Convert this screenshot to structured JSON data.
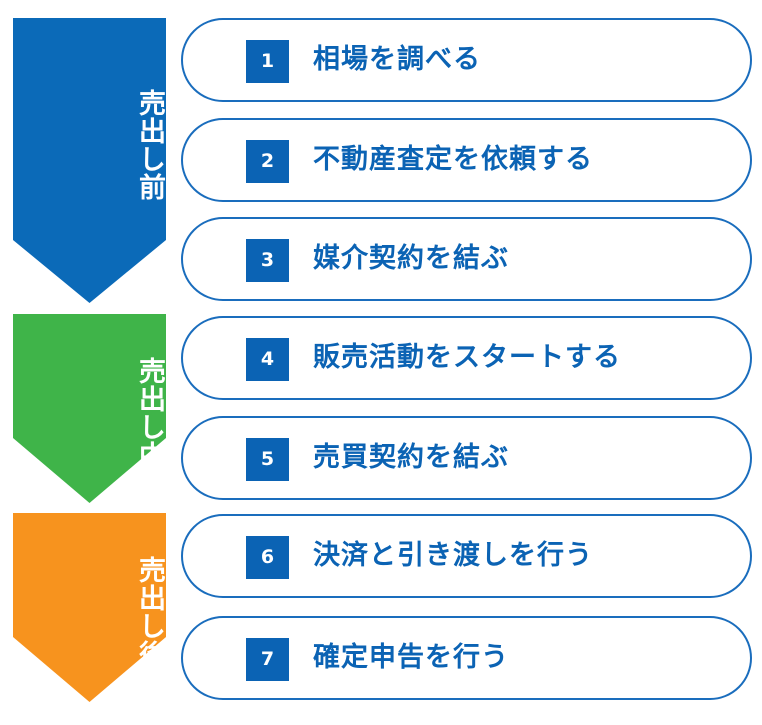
{
  "phases": [
    {
      "label": "売出し前",
      "color": "#0b6ab8"
    },
    {
      "label": "売出し中",
      "color": "#3fb449"
    },
    {
      "label": "売出し後",
      "color": "#f7931e"
    }
  ],
  "steps": [
    {
      "number": "1",
      "text": "相場を調べる"
    },
    {
      "number": "2",
      "text": "不動産査定を依頼する"
    },
    {
      "number": "3",
      "text": "媒介契約を結ぶ"
    },
    {
      "number": "4",
      "text": "販売活動をスタートする"
    },
    {
      "number": "5",
      "text": "売買契約を結ぶ"
    },
    {
      "number": "6",
      "text": "決済と引き渡しを行う"
    },
    {
      "number": "7",
      "text": "確定申告を行う"
    }
  ],
  "colors": {
    "step_border": "#1a6dbd",
    "step_number_bg": "#0b63b4",
    "step_text": "#0b63b4"
  }
}
